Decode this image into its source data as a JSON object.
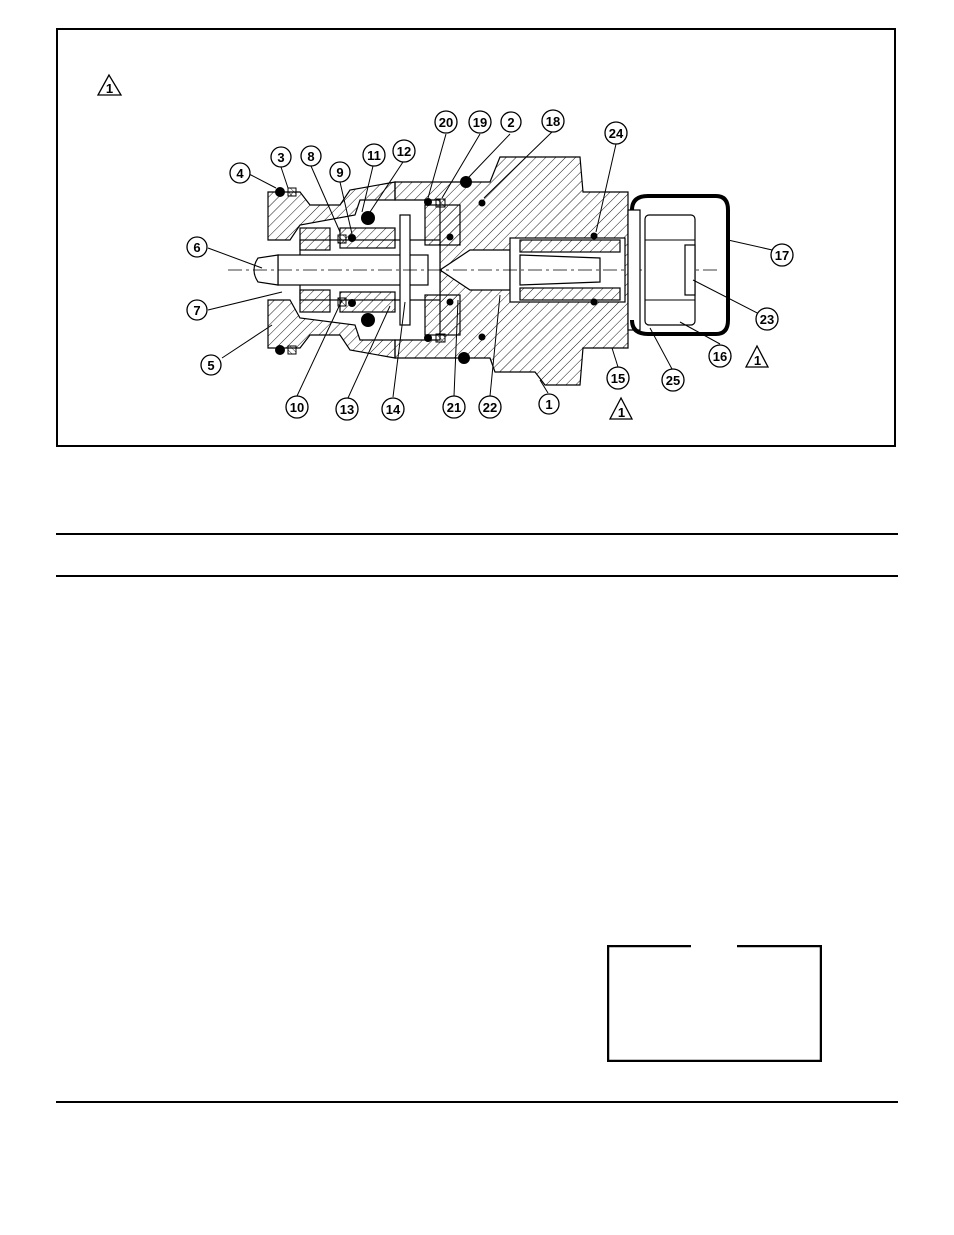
{
  "figure": {
    "callouts": {
      "c1": "1",
      "c2": "2",
      "c3": "3",
      "c4": "4",
      "c5": "5",
      "c6": "6",
      "c7": "7",
      "c8": "8",
      "c9": "9",
      "c10": "10",
      "c11": "11",
      "c12": "12",
      "c13": "13",
      "c14": "14",
      "c15": "15",
      "c16": "16",
      "c17": "17",
      "c18": "18",
      "c19": "19",
      "c20": "20",
      "c21": "21",
      "c22": "22",
      "c23": "23",
      "c24": "24",
      "c25": "25"
    },
    "revision_flag": "1"
  }
}
